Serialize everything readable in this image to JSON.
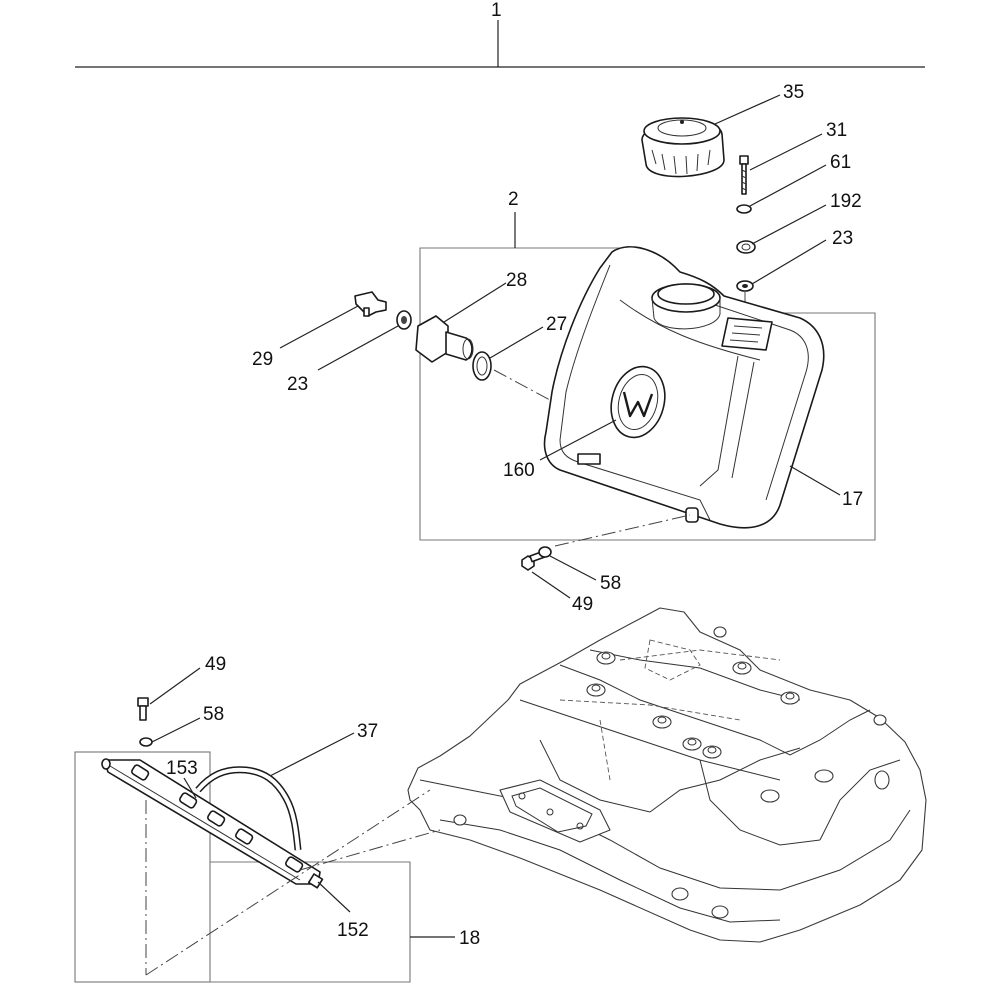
{
  "callouts": {
    "c1": "1",
    "c2": "2",
    "c17": "17",
    "c18": "18",
    "c23a": "23",
    "c23b": "23",
    "c27": "27",
    "c28": "28",
    "c29": "29",
    "c31": "31",
    "c35": "35",
    "c37": "37",
    "c49a": "49",
    "c49b": "49",
    "c58a": "58",
    "c58b": "58",
    "c61": "61",
    "c152": "152",
    "c153": "153",
    "c160": "160",
    "c192": "192"
  },
  "icons": {
    "logo": "wacker-w-logo-icon"
  }
}
